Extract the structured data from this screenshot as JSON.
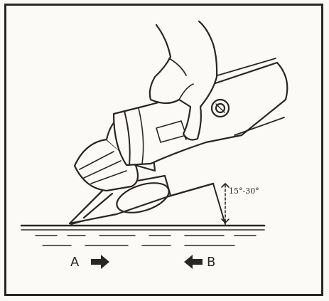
{
  "diagram": {
    "angle_text": "15°-30°",
    "direction_a": {
      "letter": "A",
      "arrow": "→"
    },
    "direction_b": {
      "letter": "B",
      "arrow": "←"
    },
    "colors": {
      "ink": "#2a2624",
      "paper": "#fcfaf7"
    }
  }
}
